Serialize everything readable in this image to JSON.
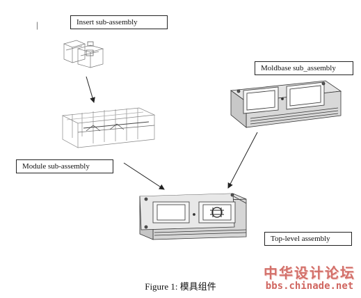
{
  "labels": {
    "insert": "Insert sub-assembly",
    "moldbase": "Moldbase sub_assembly",
    "module": "Module sub-assembly",
    "top_level": "Top-level assembly"
  },
  "stray_mark": "|",
  "caption": "Figure 1: 模具组件",
  "watermark": {
    "chinese": "中华设计论坛",
    "url": "bbs.chinade.net"
  },
  "colors": {
    "line": "#333333",
    "watermark": "#d3706a"
  }
}
